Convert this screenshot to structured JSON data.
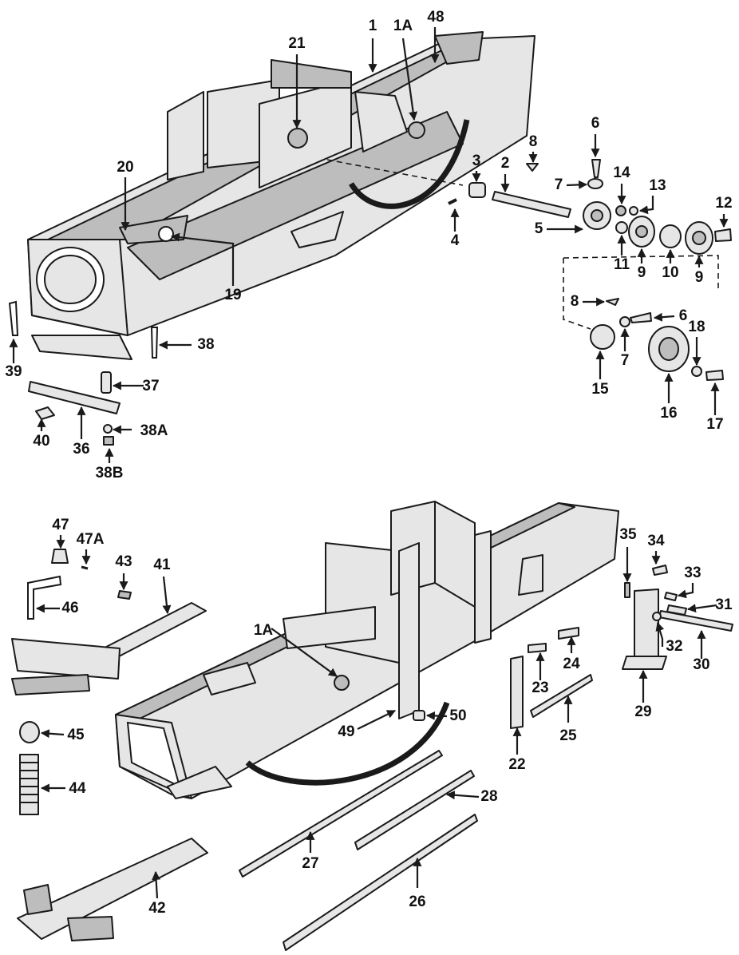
{
  "colors": {
    "ink": "#1a1a1a",
    "metal": "#e6e6e6",
    "shadow": "#bdbdbd",
    "paper": "#ffffff"
  },
  "callouts": {
    "c1": "1",
    "c1a_top": "1A",
    "c48": "48",
    "c21": "21",
    "c6_top": "6",
    "c8_top": "8",
    "c7_top": "7",
    "c3": "3",
    "c2": "2",
    "c14": "14",
    "c13": "13",
    "c12": "12",
    "c20": "20",
    "c4": "4",
    "c5": "5",
    "c11": "11",
    "c9_left": "9",
    "c10": "10",
    "c9_right": "9",
    "c19": "19",
    "c8_lower": "8",
    "c6_lower": "6",
    "c18": "18",
    "c38": "38",
    "c7_lower": "7",
    "c39": "39",
    "c15": "15",
    "c37": "37",
    "c16": "16",
    "c17": "17",
    "c40": "40",
    "c36": "36",
    "c38a": "38A",
    "c38b": "38B",
    "c47": "47",
    "c47a": "47A",
    "c35": "35",
    "c34": "34",
    "c43": "43",
    "c41": "41",
    "c33": "33",
    "c46": "46",
    "c31": "31",
    "c32": "32",
    "c30": "30",
    "c1a_bottom": "1A",
    "c24": "24",
    "c23": "23",
    "c29": "29",
    "c50": "50",
    "c49": "49",
    "c45": "45",
    "c25": "25",
    "c22": "22",
    "c44": "44",
    "c28": "28",
    "c27": "27",
    "c42": "42",
    "c26": "26"
  }
}
